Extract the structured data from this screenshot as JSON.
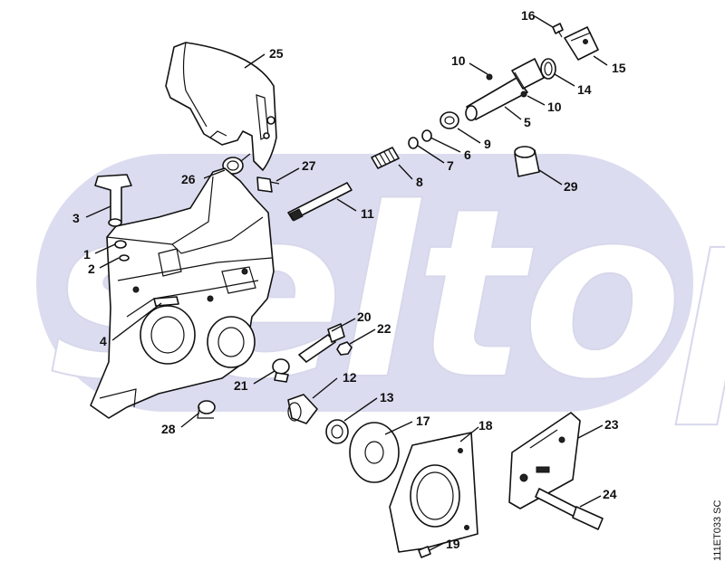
{
  "watermark": {
    "text": "seltop",
    "band_color": "#dcdcf0"
  },
  "drawing_code": "111ET033 SC",
  "callouts": [
    {
      "id": "16",
      "label": "16"
    },
    {
      "id": "15",
      "label": "15"
    },
    {
      "id": "10a",
      "label": "10"
    },
    {
      "id": "14",
      "label": "14"
    },
    {
      "id": "10b",
      "label": "10"
    },
    {
      "id": "5",
      "label": "5"
    },
    {
      "id": "25",
      "label": "25"
    },
    {
      "id": "9",
      "label": "9"
    },
    {
      "id": "6",
      "label": "6"
    },
    {
      "id": "7",
      "label": "7"
    },
    {
      "id": "8",
      "label": "8"
    },
    {
      "id": "29",
      "label": "29"
    },
    {
      "id": "27",
      "label": "27"
    },
    {
      "id": "26",
      "label": "26"
    },
    {
      "id": "3",
      "label": "3"
    },
    {
      "id": "11",
      "label": "11"
    },
    {
      "id": "1",
      "label": "1"
    },
    {
      "id": "2",
      "label": "2"
    },
    {
      "id": "20",
      "label": "20"
    },
    {
      "id": "22",
      "label": "22"
    },
    {
      "id": "4",
      "label": "4"
    },
    {
      "id": "12",
      "label": "12"
    },
    {
      "id": "21",
      "label": "21"
    },
    {
      "id": "13",
      "label": "13"
    },
    {
      "id": "17",
      "label": "17"
    },
    {
      "id": "18",
      "label": "18"
    },
    {
      "id": "23",
      "label": "23"
    },
    {
      "id": "28",
      "label": "28"
    },
    {
      "id": "24",
      "label": "24"
    },
    {
      "id": "19",
      "label": "19"
    }
  ]
}
